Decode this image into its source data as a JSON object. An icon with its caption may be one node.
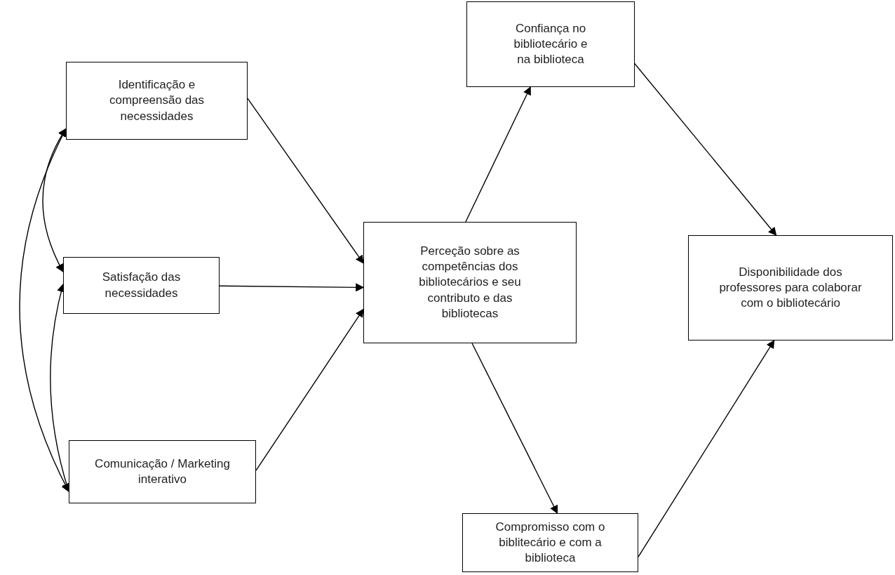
{
  "diagram": {
    "nodes": [
      {
        "text": [
          "Identificação e compreensão das necessidades"
        ]
      },
      {
        "text": [
          "Satisfação das necessidades"
        ]
      },
      {
        "text": [
          "Comunicação / Marketing interativo"
        ]
      },
      {
        "text": [
          "Perceção sobre as competências dos bibliotecários e seu contributo e das bibliotecas"
        ]
      },
      {
        "text": [
          "Confiança no bibliotecário e na biblioteca"
        ]
      },
      {
        "text": [
          "Compromisso com o biblitecário e com a biblioteca"
        ]
      },
      {
        "text": [
          "Disponibilidade dos professores para colaborar com o bibliotecário"
        ]
      }
    ],
    "edges": [
      {
        "from": 0,
        "to": 3,
        "arrow": "to"
      },
      {
        "from": 1,
        "to": 3,
        "arrow": "to"
      },
      {
        "from": 2,
        "to": 3,
        "arrow": "to"
      },
      {
        "from": 3,
        "to": 4,
        "arrow": "to"
      },
      {
        "from": 3,
        "to": 5,
        "arrow": "to"
      },
      {
        "from": 4,
        "to": 6,
        "arrow": "to"
      },
      {
        "from": 5,
        "to": 6,
        "arrow": "to"
      },
      {
        "from": 0,
        "to": 1,
        "arrow": "both"
      },
      {
        "from": 1,
        "to": 2,
        "arrow": "both"
      },
      {
        "from": 0,
        "to": 2,
        "arrow": "both"
      }
    ]
  }
}
